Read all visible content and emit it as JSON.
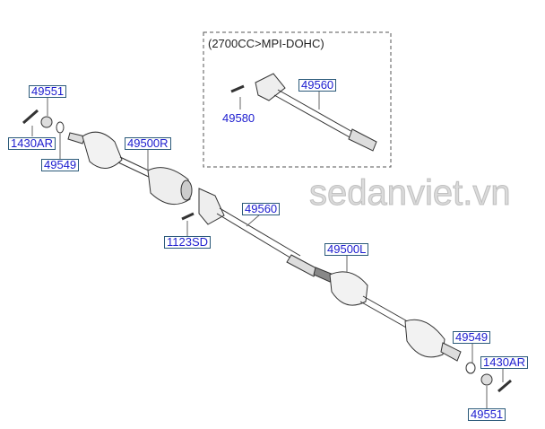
{
  "variant_box": {
    "title": "(2700CC>MPI-DOHC)",
    "labels": {
      "shaft": "49560",
      "bolt": "49580"
    }
  },
  "labels": {
    "nut_right_side": "49551",
    "cotter_pin_right_side": "1430AR",
    "washer_right_side": "49549",
    "shaft_right": "49500R",
    "inner_shaft": "49560",
    "bolt": "1123SD",
    "shaft_left": "49500L",
    "washer_left_side": "49549",
    "cotter_pin_left_side": "1430AR",
    "nut_left_side": "49551"
  },
  "watermark": "sedanviet.vn",
  "colors": {
    "label_text": "#1c1ccf",
    "label_border": "#2b5a7a"
  }
}
